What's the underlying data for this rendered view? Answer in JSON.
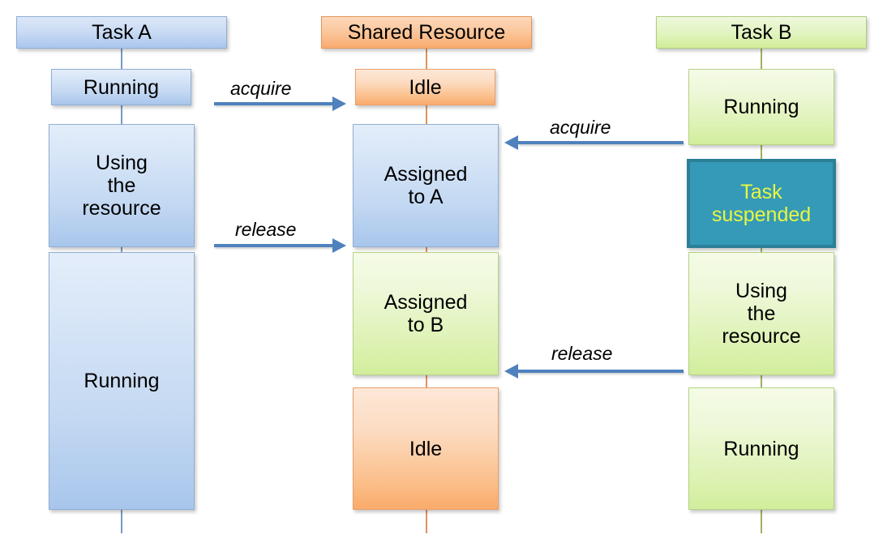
{
  "diagram": {
    "title_implicit": "Task synchronization on a shared resource",
    "colors": {
      "task_a": "#a8c6ec",
      "shared_resource": "#f9ab6b",
      "task_b": "#d2ed9c",
      "suspended_fill": "#359ab8",
      "suspended_text": "#e9f63f",
      "arrow": "#4f81bd"
    }
  },
  "columns": {
    "task_a": {
      "header": "Task A",
      "states": [
        {
          "label": "Running"
        },
        {
          "label": "Using\nthe\nresource"
        },
        {
          "label": "Running"
        }
      ]
    },
    "shared_resource": {
      "header": "Shared Resource",
      "states": [
        {
          "label": "Idle"
        },
        {
          "label": "Assigned\nto A"
        },
        {
          "label": "Assigned\nto B"
        },
        {
          "label": "Idle"
        }
      ]
    },
    "task_b": {
      "header": "Task B",
      "states": [
        {
          "label": "Running"
        },
        {
          "label": "Task\nsuspended"
        },
        {
          "label": "Using\nthe\nresource"
        },
        {
          "label": "Running"
        }
      ]
    }
  },
  "arrows": [
    {
      "label": "acquire",
      "direction": "right",
      "from": "task_a",
      "to": "shared_resource"
    },
    {
      "label": "acquire",
      "direction": "left",
      "from": "task_b",
      "to": "shared_resource"
    },
    {
      "label": "release",
      "direction": "right",
      "from": "task_a",
      "to": "shared_resource"
    },
    {
      "label": "release",
      "direction": "left",
      "from": "task_b",
      "to": "shared_resource"
    }
  ]
}
